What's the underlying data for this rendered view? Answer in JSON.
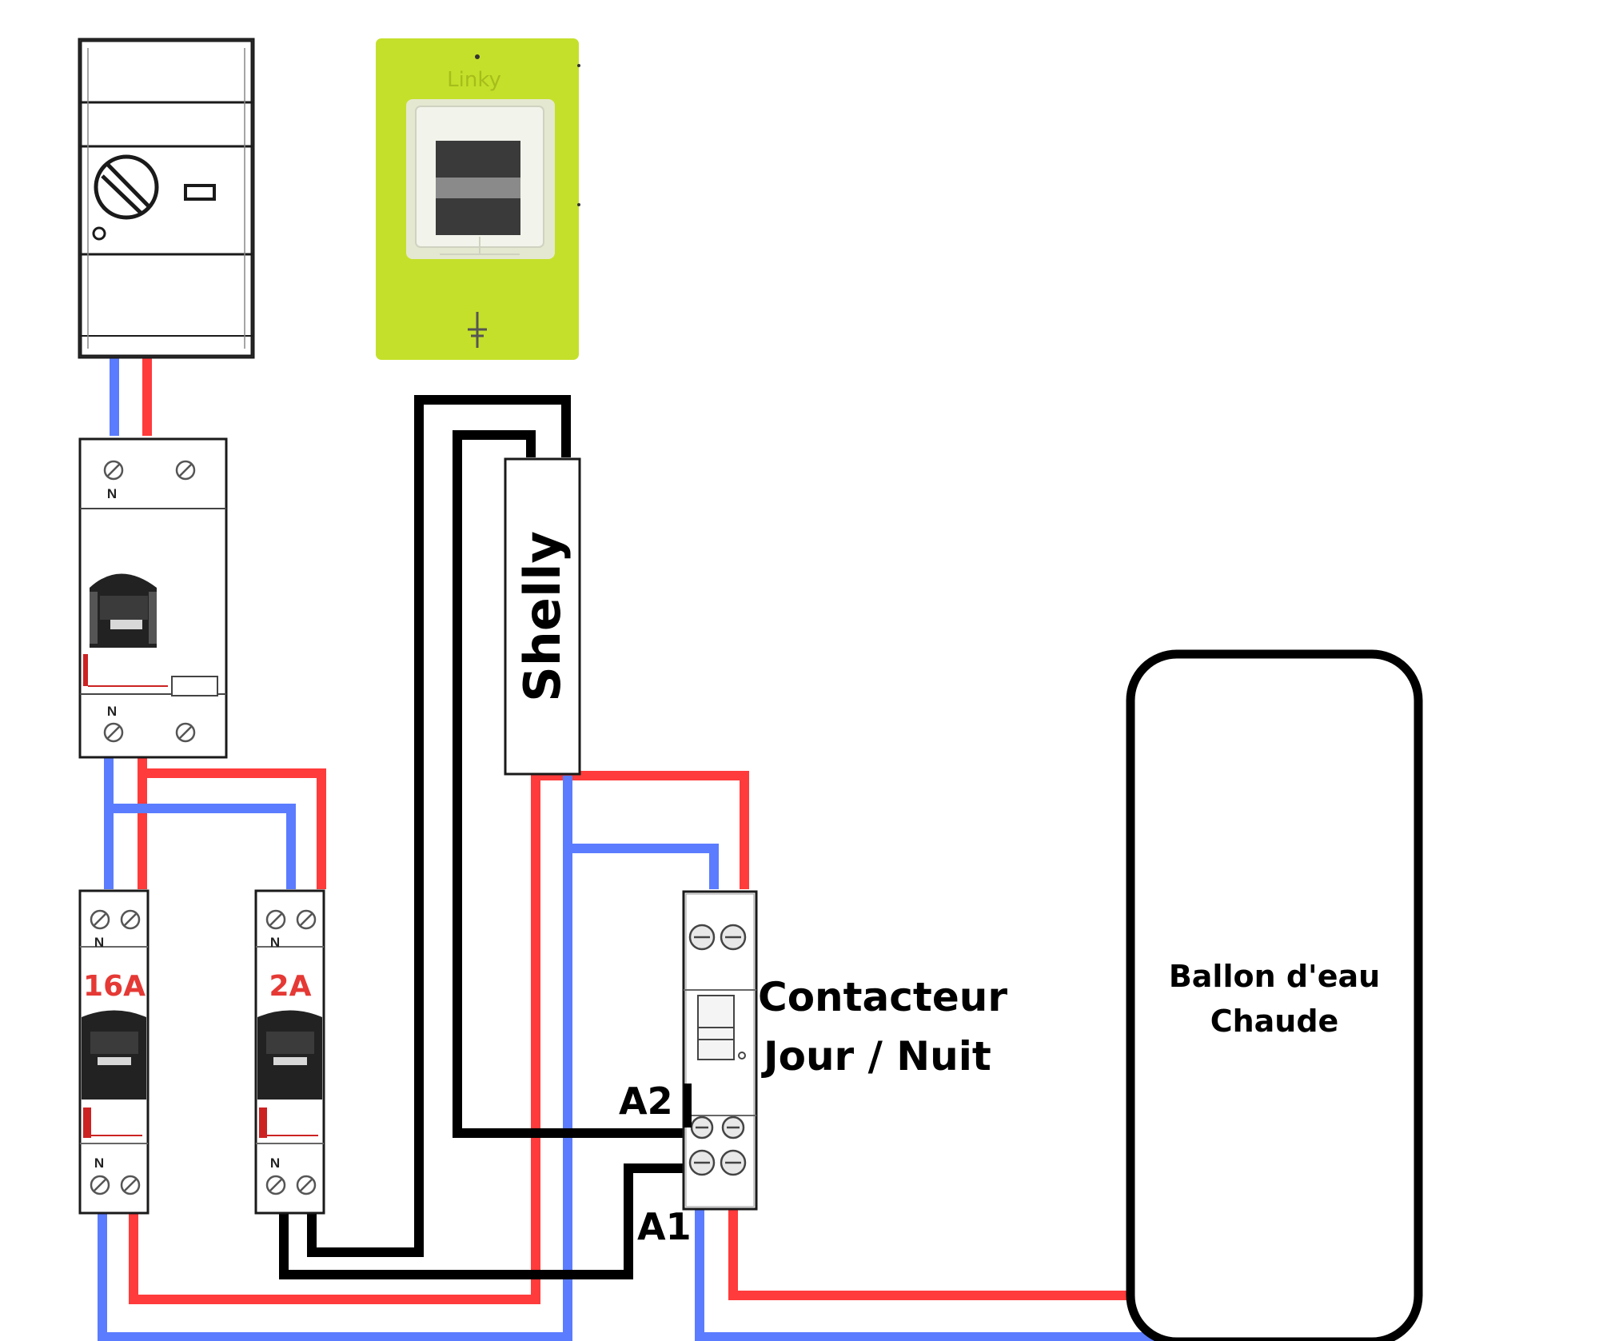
{
  "colors": {
    "phase": "#ff3b3b",
    "neutral": "#5b7cff",
    "control": "#000000",
    "linky_body": "#c5e02a",
    "rating_text": "#e53935"
  },
  "icons": [
    "main-breaker-icon",
    "linky-meter-icon",
    "screw-terminal-icon",
    "earth-icon",
    "din-breaker-icon"
  ],
  "linky": {
    "brand": "Linky"
  },
  "shelly": {
    "label": "Shelly"
  },
  "rcd": {
    "n_top": "N",
    "n_bottom": "N"
  },
  "breaker_16a": {
    "rating": "16A",
    "n_top": "N",
    "n_bottom": "N"
  },
  "breaker_2a": {
    "rating": "2A",
    "n_top": "N",
    "n_bottom": "N"
  },
  "contactor": {
    "label_line1": "Contacteur",
    "label_line2": "Jour / Nuit",
    "a1": "A1",
    "a2": "A2"
  },
  "water_heater": {
    "label_line1": "Ballon d'eau",
    "label_line2": "Chaude"
  }
}
